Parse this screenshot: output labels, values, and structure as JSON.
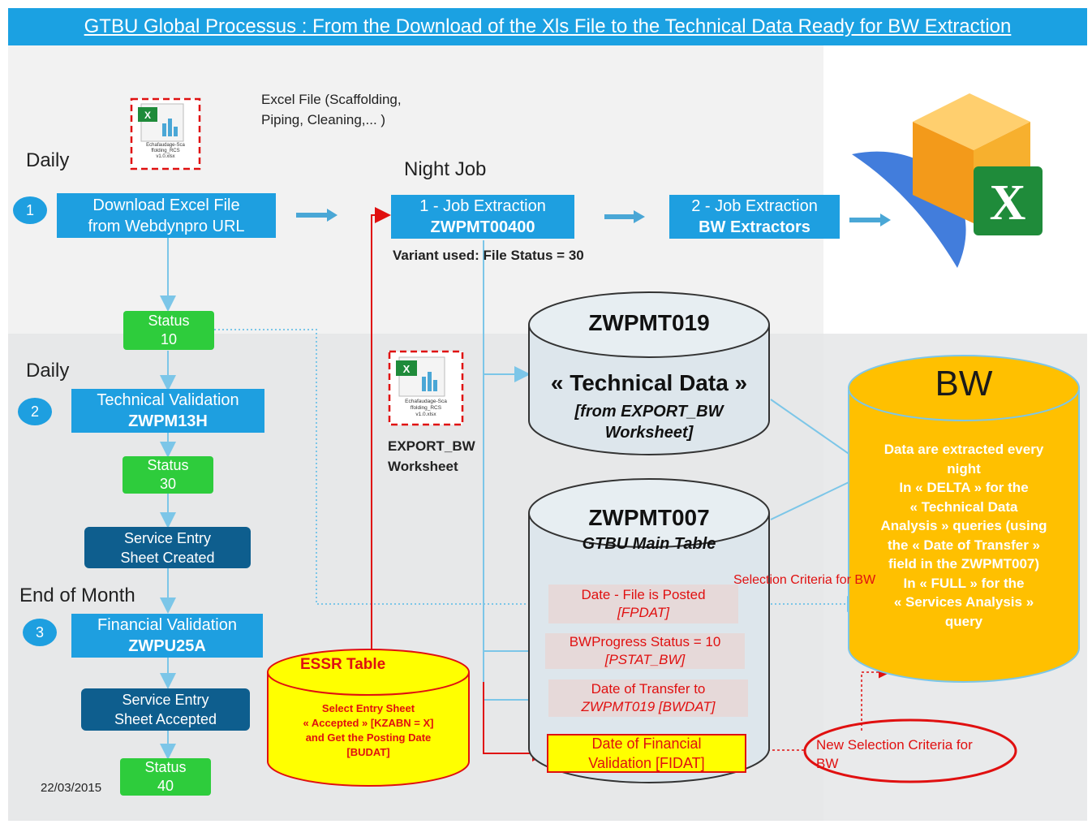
{
  "title": "GTBU Global Processus :  From the Download of the Xls File to the Technical Data Ready for BW Extraction",
  "labels": {
    "daily1": "Daily",
    "daily2": "Daily",
    "end_of_month": "End of Month",
    "night_job": "Night Job",
    "date": "22/03/2015"
  },
  "excel_note": {
    "line1": "Excel File (Scaffolding,",
    "line2": "Piping, Cleaning,... )"
  },
  "file_icon_caption": {
    "line1": "Echafaudage-Sca",
    "line2": "ffolding_RCS",
    "line3": "v1.0.xlsx"
  },
  "export_bw": {
    "line1": "EXPORT_BW",
    "line2": "Worksheet"
  },
  "steps": {
    "step1_num": "1",
    "step1_line1": "Download Excel File",
    "step1_line2": "from Webdynpro URL",
    "step2_num": "2",
    "step2_line1": "Technical Validation",
    "step2_line2": "ZWPM13H",
    "step3_num": "3",
    "step3_line1": "Financial Validation",
    "step3_line2": "ZWPU25A"
  },
  "statuses": {
    "s10_a": "Status",
    "s10_b": "10",
    "s30_a": "Status",
    "s30_b": "30",
    "s40_a": "Status",
    "s40_b": "40"
  },
  "service": {
    "created_1": "Service Entry",
    "created_2": "Sheet Created",
    "accepted_1": "Service Entry",
    "accepted_2": "Sheet Accepted"
  },
  "jobs": {
    "job1_line1": "1 - Job Extraction",
    "job1_line2": "ZWPMT00400",
    "job2_line1": "2 - Job Extraction",
    "job2_line2": "BW Extractors",
    "variant": "Variant used: File Status = 30"
  },
  "zwpmt019": {
    "name": "ZWPMT019",
    "desc": "« Technical Data »",
    "src1": "[from EXPORT_BW",
    "src2": "Worksheet]"
  },
  "zwpmt007": {
    "name": "ZWPMT007",
    "desc": "GTBU Main Table",
    "rows": [
      {
        "l1": "Date - File is  Posted",
        "l2": "[FPDAT]"
      },
      {
        "l1": "BWProgress Status = 10",
        "l2": "[PSTAT_BW]"
      },
      {
        "l1": "Date of Transfer to",
        "l2": "ZWPMT019 [BWDAT]"
      },
      {
        "l1": "Date of Financial",
        "l2": "Validation [FIDAT]"
      }
    ]
  },
  "essr": {
    "title": "ESSR Table",
    "l1": "Select Entry Sheet",
    "l2": "« Accepted » [KZABN = X]",
    "l3": "and Get the Posting Date",
    "l4": "[BUDAT]"
  },
  "bw": {
    "name": "BW",
    "lines": [
      "Data are extracted every",
      "night",
      "In « DELTA » for the",
      "« Technical Data",
      "Analysis » queries (using",
      "the « Date of Transfer »",
      "field in the ZWPMT007)",
      "In « FULL » for the",
      "« Services Analysis »",
      "query"
    ]
  },
  "selection_criteria": "Selection Criteria for BW",
  "new_selection": {
    "line1": "New Selection Criteria for",
    "line2": "BW"
  },
  "colors": {
    "title_bar": "#1ba1e2",
    "step_blue": "#1e9fe0",
    "service_dark": "#0e5e8e",
    "status_green": "#2ecc3c",
    "bw_orange": "#ffc000",
    "essr_yellow": "#ffff00",
    "red": "#e01010",
    "cylinder_fill": "#dde6ec"
  }
}
